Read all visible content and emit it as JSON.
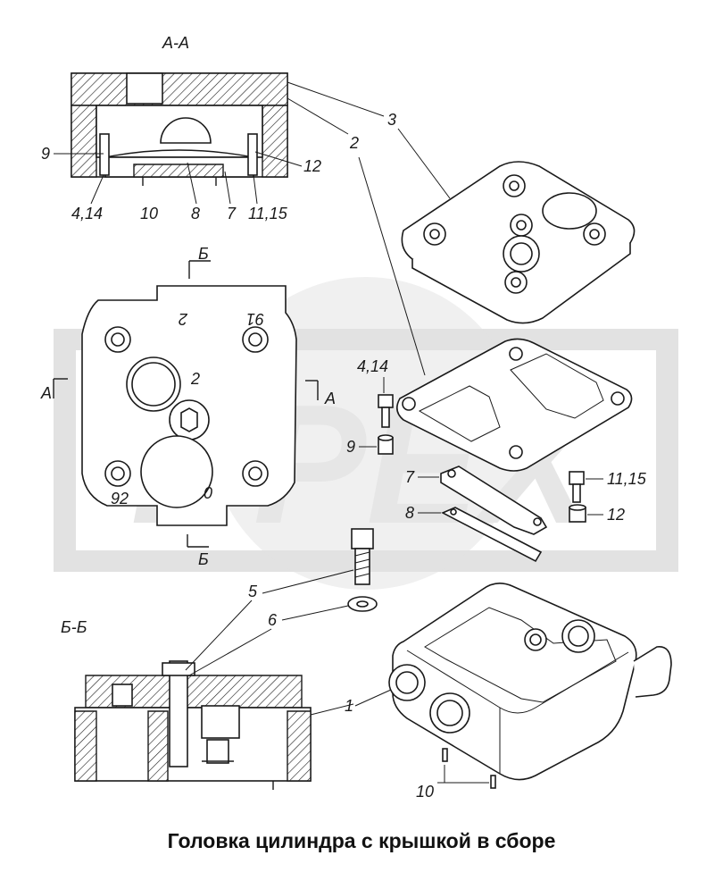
{
  "caption": "Головка цилиндра с крышкой в сборе",
  "watermark": "DPEX",
  "sections": {
    "aa": "А-А",
    "bb": "Б-Б",
    "mark_b_top": "Б",
    "mark_b_bottom": "Б",
    "mark_a_left": "А",
    "mark_a_right": "А"
  },
  "plan_marks": {
    "top_left": "2",
    "top_right": "91",
    "center": "2",
    "bottom_left": "92",
    "bottom_center": "0"
  },
  "callouts": {
    "c1": "1",
    "c2": "2",
    "c3": "3",
    "c5": "5",
    "c6": "6",
    "c7": "7",
    "c8": "8",
    "c9": "9",
    "c10": "10",
    "c12": "12",
    "c414": "4,14",
    "c1115": "11,15",
    "s_9": "9",
    "s_12": "12",
    "s_414": "4,14",
    "s_10": "10",
    "s_8": "8",
    "s_7": "7",
    "s_1115": "11,15"
  }
}
